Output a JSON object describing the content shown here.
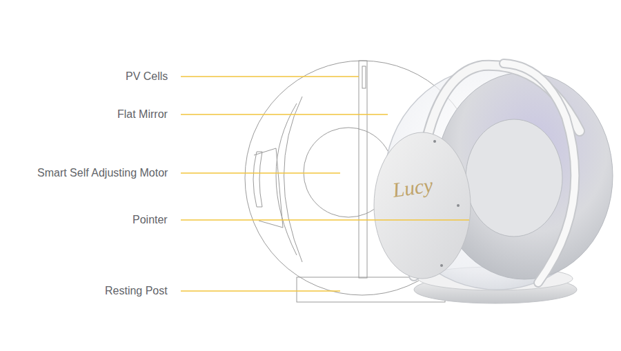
{
  "diagram": {
    "labels": [
      "PV Cells",
      "Flat Mirror",
      "Smart Self Adjusting Motor",
      "Pointer",
      "Resting Post",
      "Lucy"
    ]
  }
}
